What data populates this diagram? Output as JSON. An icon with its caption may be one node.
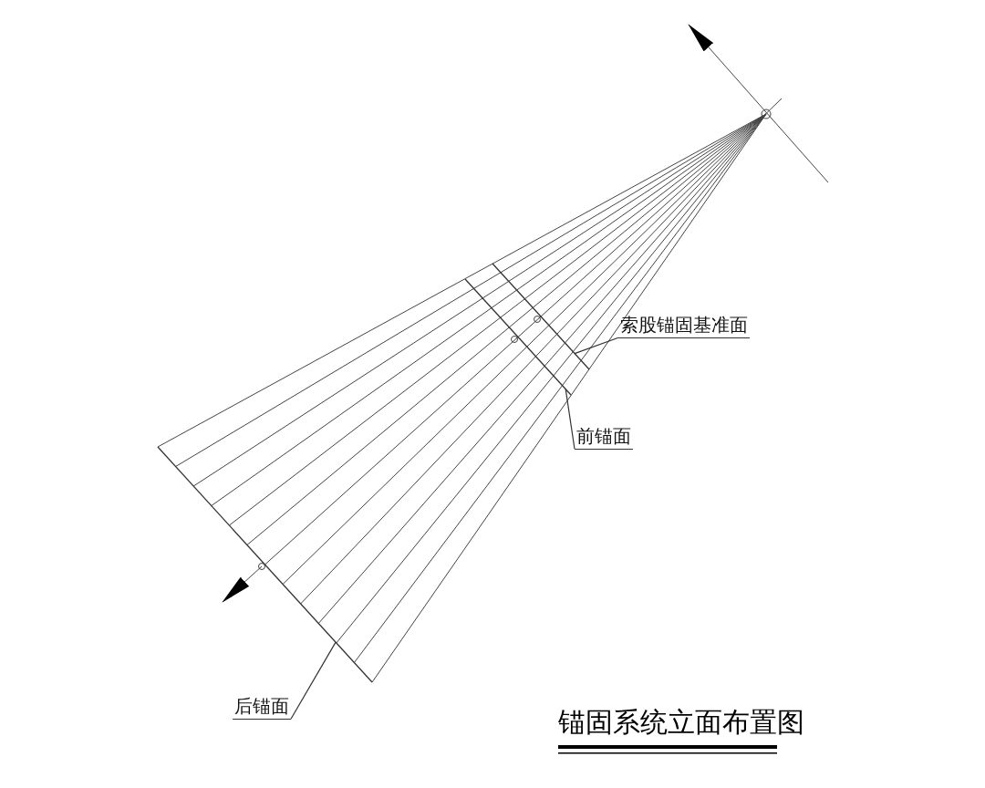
{
  "diagram": {
    "title": "锚固系统立面布置图",
    "nodes": [
      {
        "text": [
          "索股锚固基准面"
        ]
      },
      {
        "text": [
          "前锚面"
        ]
      },
      {
        "text": [
          "后锚面"
        ]
      },
      {
        "text": [],
        "shape": "line"
      },
      {
        "text": [],
        "shape": "line"
      },
      {
        "text": [],
        "shape": "line"
      }
    ],
    "edges": [
      {
        "from": 0,
        "to": 3,
        "arrow": "none"
      },
      {
        "from": 1,
        "to": 4,
        "arrow": "none"
      },
      {
        "from": 2,
        "to": 5,
        "arrow": "none"
      }
    ]
  }
}
